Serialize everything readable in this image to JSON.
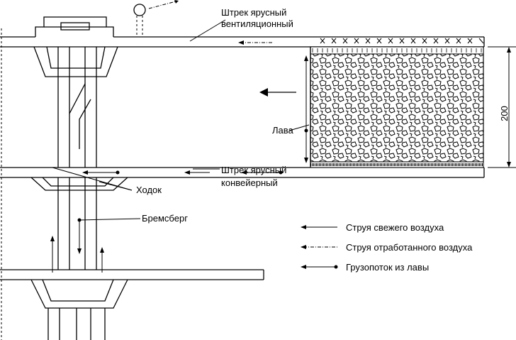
{
  "labels": {
    "vent_drift": [
      "Штрек ярусный",
      "вентиляционный"
    ],
    "longwall": "Лава",
    "conv_drift": [
      "Штрек ярусный",
      "конвейерный"
    ],
    "passage": "Ходок",
    "brake_incline": "Бремсберг",
    "dimension": "200"
  },
  "legend": [
    {
      "symbol": "fresh-air-arrow",
      "label": "Струя свежего воздуха"
    },
    {
      "symbol": "exhaust-air-arrow",
      "label": "Струя отработанного воздуха"
    },
    {
      "symbol": "coal-flow-arrow",
      "label": "Грузопоток из лавы"
    }
  ]
}
